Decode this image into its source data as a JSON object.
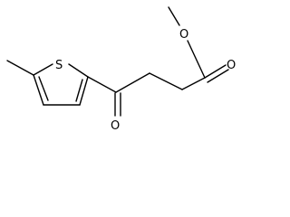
{
  "molecule": {
    "atoms": {
      "sulfur": "S",
      "ester_oxygen": "O",
      "carbonyl_oxygen_ester": "O",
      "ketone_oxygen": "O"
    },
    "colors": {
      "bond": "#000000",
      "label": "#000000",
      "background": "#ffffff"
    }
  }
}
